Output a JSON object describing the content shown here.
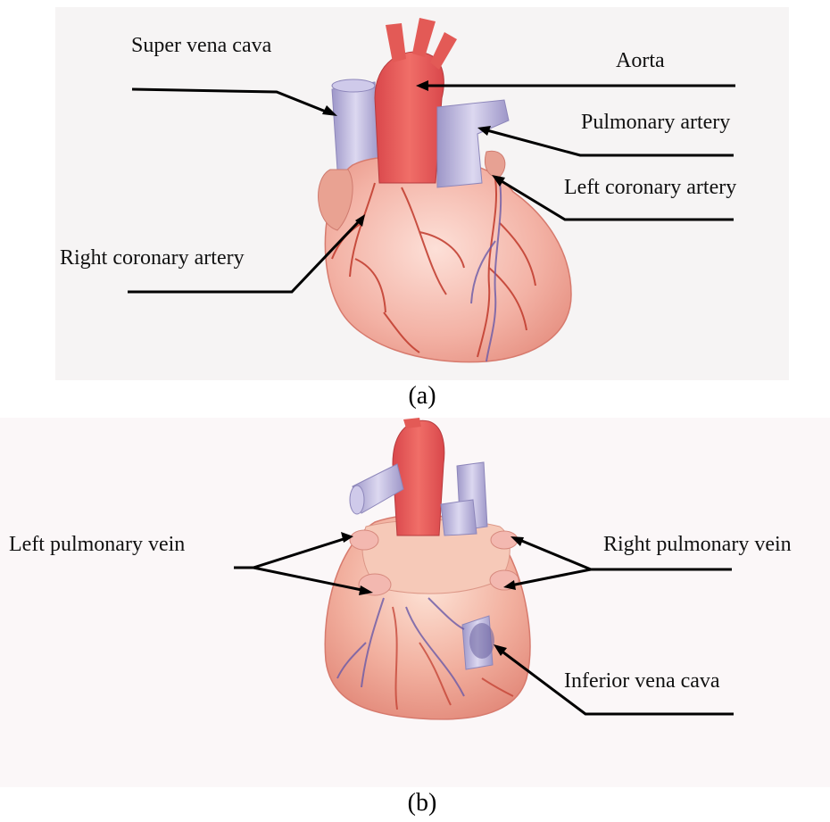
{
  "figure": {
    "panel_a": {
      "caption": "(a)",
      "labels": {
        "superior_vena_cava": "Super vena cava",
        "aorta": "Aorta",
        "pulmonary_artery": "Pulmonary artery",
        "left_coronary_artery": "Left coronary artery",
        "right_coronary_artery": "Right coronary artery"
      }
    },
    "panel_b": {
      "caption": "(b)",
      "labels": {
        "left_pulmonary_vein": "Left pulmonary vein",
        "right_pulmonary_vein": "Right pulmonary vein",
        "inferior_vena_cava": "Inferior vena cava"
      }
    }
  },
  "colors": {
    "heart_muscle": "#f1a79b",
    "heart_highlight": "#f9d2c8",
    "artery_red": "#e85a58",
    "vein_blue": "#b9b3d8",
    "vessel_line": "#c0392b",
    "blue_vessel_line": "#6a5aa8",
    "panel_bg_a": "#f6f4f4",
    "panel_bg_b": "#fbf7f8"
  }
}
